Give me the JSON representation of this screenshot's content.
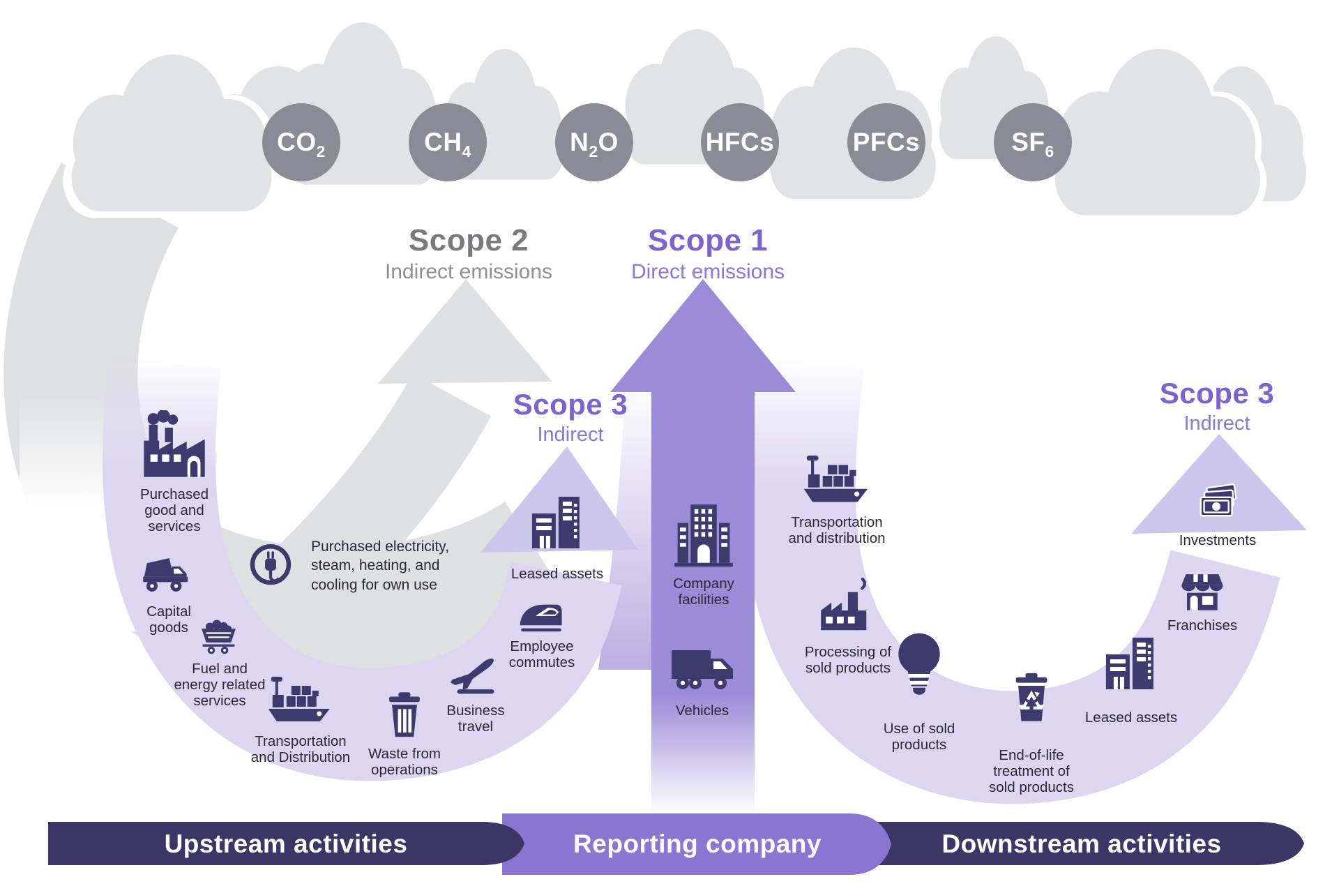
{
  "gases": [
    {
      "pre": "CO",
      "sub": "2",
      "post": ""
    },
    {
      "pre": "CH",
      "sub": "4",
      "post": ""
    },
    {
      "pre": "N",
      "sub": "2",
      "post": "O"
    },
    {
      "pre": "HFCs",
      "sub": "",
      "post": ""
    },
    {
      "pre": "PFCs",
      "sub": "",
      "post": ""
    },
    {
      "pre": "SF",
      "sub": "6",
      "post": ""
    }
  ],
  "scopes": {
    "scope2": {
      "title": "Scope 2",
      "subtitle": "Indirect emissions"
    },
    "scope1": {
      "title": "Scope 1",
      "subtitle": "Direct emissions"
    },
    "scope3_upstream": {
      "title": "Scope 3",
      "subtitle": "Indirect"
    },
    "scope3_downstream": {
      "title": "Scope 3",
      "subtitle": "Indirect"
    }
  },
  "upstream": {
    "banner": "Upstream activities",
    "items": [
      {
        "id": "purchased-goods",
        "icon": "factory-icon",
        "label": "Purchased\ngood and\nservices"
      },
      {
        "id": "capital-goods",
        "icon": "dump-truck-icon",
        "label": "Capital\ngoods"
      },
      {
        "id": "fuel-energy",
        "icon": "mine-cart-icon",
        "label": "Fuel and\nenergy related\nservices"
      },
      {
        "id": "transportation-distribution",
        "icon": "cargo-ship-icon",
        "label": "Transportation\nand Distribution"
      },
      {
        "id": "waste-from-operations",
        "icon": "trash-icon",
        "label": "Waste from\noperations"
      },
      {
        "id": "business-travel",
        "icon": "airplane-icon",
        "label": "Business\ntravel"
      },
      {
        "id": "employee-commutes",
        "icon": "train-icon",
        "label": "Employee\ncommutes"
      },
      {
        "id": "leased-assets",
        "icon": "buildings-icon",
        "label": "Leased assets"
      },
      {
        "id": "purchased-electricity",
        "icon": "plug-icon",
        "label": "Purchased electricity,\nsteam, heating, and\ncooling for own use"
      }
    ]
  },
  "reporting_company": {
    "banner": "Reporting company",
    "items": [
      {
        "id": "company-facilities",
        "icon": "office-building-icon",
        "label": "Company\nfacilities"
      },
      {
        "id": "vehicles",
        "icon": "truck-icon",
        "label": "Vehicles"
      }
    ]
  },
  "downstream": {
    "banner": "Downstream activities",
    "items": [
      {
        "id": "transportation-distribution",
        "icon": "cargo-ship-icon",
        "label": "Transportation\nand distribution"
      },
      {
        "id": "processing-sold-products",
        "icon": "processing-factory-icon",
        "label": "Processing of\nsold products"
      },
      {
        "id": "use-of-sold-products",
        "icon": "light-bulb-icon",
        "label": "Use of sold\nproducts"
      },
      {
        "id": "end-of-life",
        "icon": "recycle-bin-icon",
        "label": "End-of-life\ntreatment of\nsold products"
      },
      {
        "id": "leased-assets",
        "icon": "buildings-icon",
        "label": "Leased assets"
      },
      {
        "id": "franchises",
        "icon": "storefront-icon",
        "label": "Franchises"
      },
      {
        "id": "investments",
        "icon": "banknotes-icon",
        "label": "Investments"
      }
    ]
  },
  "colors": {
    "cloud": "#e2e3e5",
    "gas_circle": "#8a8b94",
    "gray_band": "#dfe0e2",
    "gray_text": "#797a7e",
    "purple_band": "#dcd6f1",
    "purple_arrowhead": "#cdc6ec",
    "purple_arrow": "#9b8cd7",
    "purple_text": "#7b64ce",
    "icon_navy": "#3d3b6e",
    "banner_navy": "#3b3666",
    "banner_purple": "#8a76d0",
    "label_text": "#2b2837"
  }
}
